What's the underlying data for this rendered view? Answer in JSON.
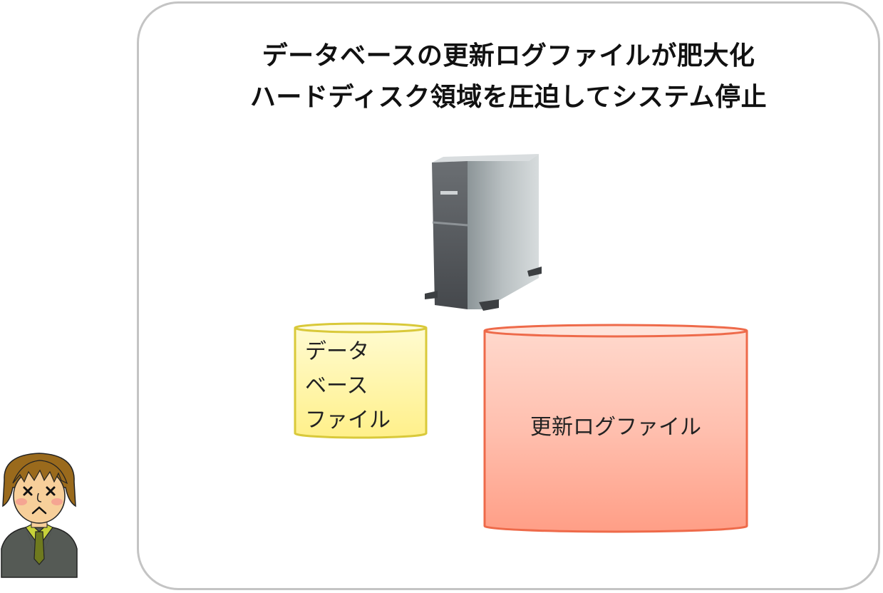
{
  "diagram": {
    "title_lines": [
      "データベースの更新ログファイルが肥大化",
      "ハードディスク領域を圧迫してシステム停止"
    ],
    "database_file": {
      "label_lines": [
        "データ",
        "ベース",
        "ファイル"
      ]
    },
    "update_log_file": {
      "label": "更新ログファイル"
    }
  },
  "colors": {
    "frame_border": "#c4c4c4",
    "db_small_fill": "#fff7a8",
    "db_small_stroke": "#d9c93a",
    "db_large_fill": "#ff9e86",
    "db_large_stroke": "#ee6a4a"
  },
  "icons": {
    "server": "server-tower-icon",
    "person": "stressed-person-icon"
  }
}
